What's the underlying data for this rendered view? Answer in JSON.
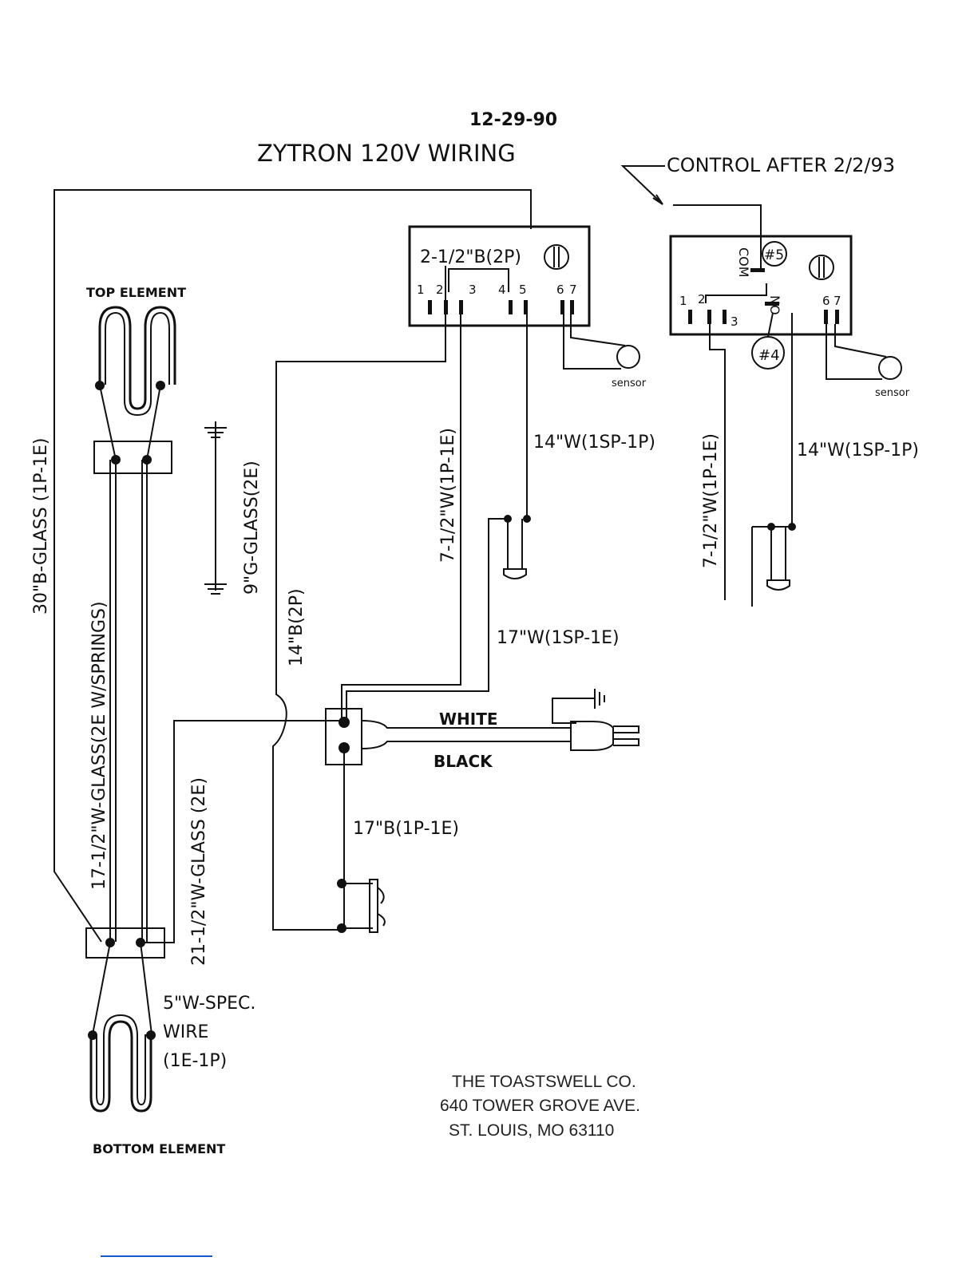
{
  "header": {
    "date": "12-29-90",
    "title": "ZYTRON 120V WIRING",
    "control_note": "CONTROL AFTER 2/2/93"
  },
  "elements": {
    "top": "TOP ELEMENT",
    "bottom": "BOTTOM ELEMENT"
  },
  "control_left": {
    "label": "2-1/2\"B(2P)",
    "pins": [
      "1",
      "2",
      "3",
      "4",
      "5",
      "6",
      "7"
    ],
    "sensor": "sensor"
  },
  "control_right": {
    "pins": [
      "1",
      "2",
      "3",
      "6",
      "7"
    ],
    "com": "COM",
    "no": "NO",
    "note_5": "#5",
    "note_4": "#4",
    "sensor": "sensor"
  },
  "wires": {
    "b_glass_30": "30\"B-GLASS (1P-1E)",
    "w_glass_17_half": "17-1/2\"W-GLASS(2E W/SPRINGS)",
    "w_glass_21_half": "21-1/2\"W-GLASS (2E)",
    "g_glass_9": "9\"G-GLASS(2E)",
    "b_14": "14\"B(2P)",
    "w_7_half_left": "7-1/2\"W(1P-1E)",
    "w_7_half_right": "7-1/2\"W(1P-1E)",
    "w_14_left": "14\"W(1SP-1P)",
    "w_14_right": "14\"W(1SP-1P)",
    "w_17": "17\"W(1SP-1E)",
    "b_17": "17\"B(1P-1E)",
    "white": "WHITE",
    "black": "BLACK",
    "spec_wire_1": "5\"W-SPEC.",
    "spec_wire_2": "WIRE",
    "spec_wire_3": "(1E-1P)"
  },
  "company": {
    "name": "THE TOASTSWELL CO.",
    "address": "640 TOWER GROVE AVE.",
    "city": "ST. LOUIS, MO  63110"
  }
}
